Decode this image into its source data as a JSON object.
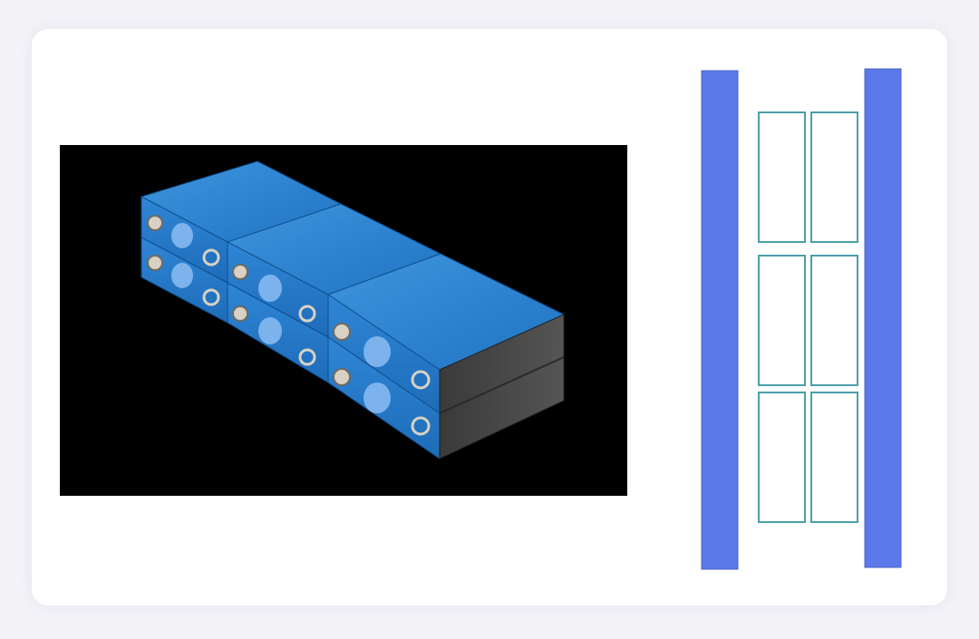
{
  "render_image": {
    "kind": "3d-battery-module-render",
    "modules": 3,
    "cells_per_module": 2,
    "background_color": "#000000",
    "cell_color": "#2f86d6",
    "terminal_color": "#d9d1c4",
    "end_plate_color": "#4a4a4a"
  },
  "schematic": {
    "kind": "battery-pack-top-view",
    "end_plate_count": 2,
    "end_plate_color": "#5b79ea",
    "cell_rows": 3,
    "cell_columns": 2,
    "cell_outline_color": "#4b9faa"
  }
}
